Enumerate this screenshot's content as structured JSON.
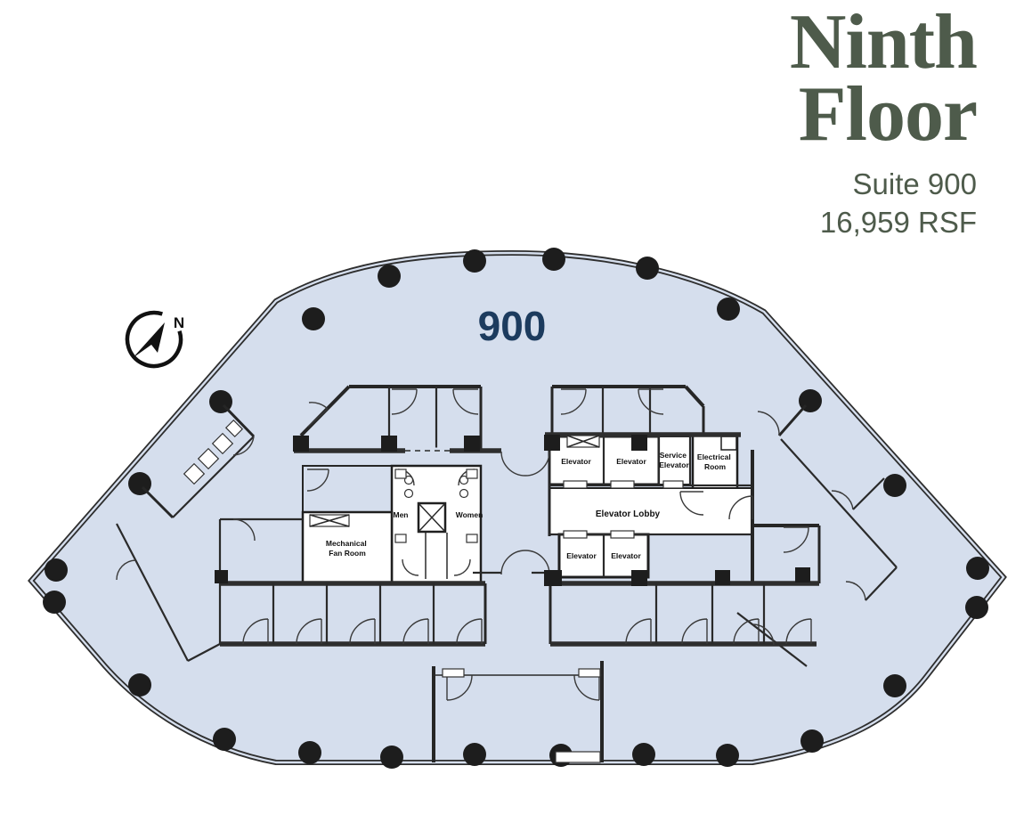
{
  "header": {
    "title_line1": "Ninth",
    "title_line2": "Floor",
    "suite": "Suite 900",
    "area": "16,959 RSF"
  },
  "plan": {
    "suite_number": "900",
    "north_label": "N",
    "rooms": {
      "elevator": "Elevator",
      "service_line1": "Service",
      "service_line2": "Elevator",
      "electrical_line1": "Electrical",
      "electrical_line2": "Room",
      "lobby": "Elevator Lobby",
      "men": "Men",
      "women": "Women",
      "mech_line1": "Mechanical",
      "mech_line2": "Fan Room"
    }
  },
  "colors": {
    "floor_fill": "#D5DEED",
    "wall": "#262626",
    "column": "#1D1D1D",
    "suite_number_text": "#1C3B5E",
    "title_text": "#4E5B4B"
  }
}
